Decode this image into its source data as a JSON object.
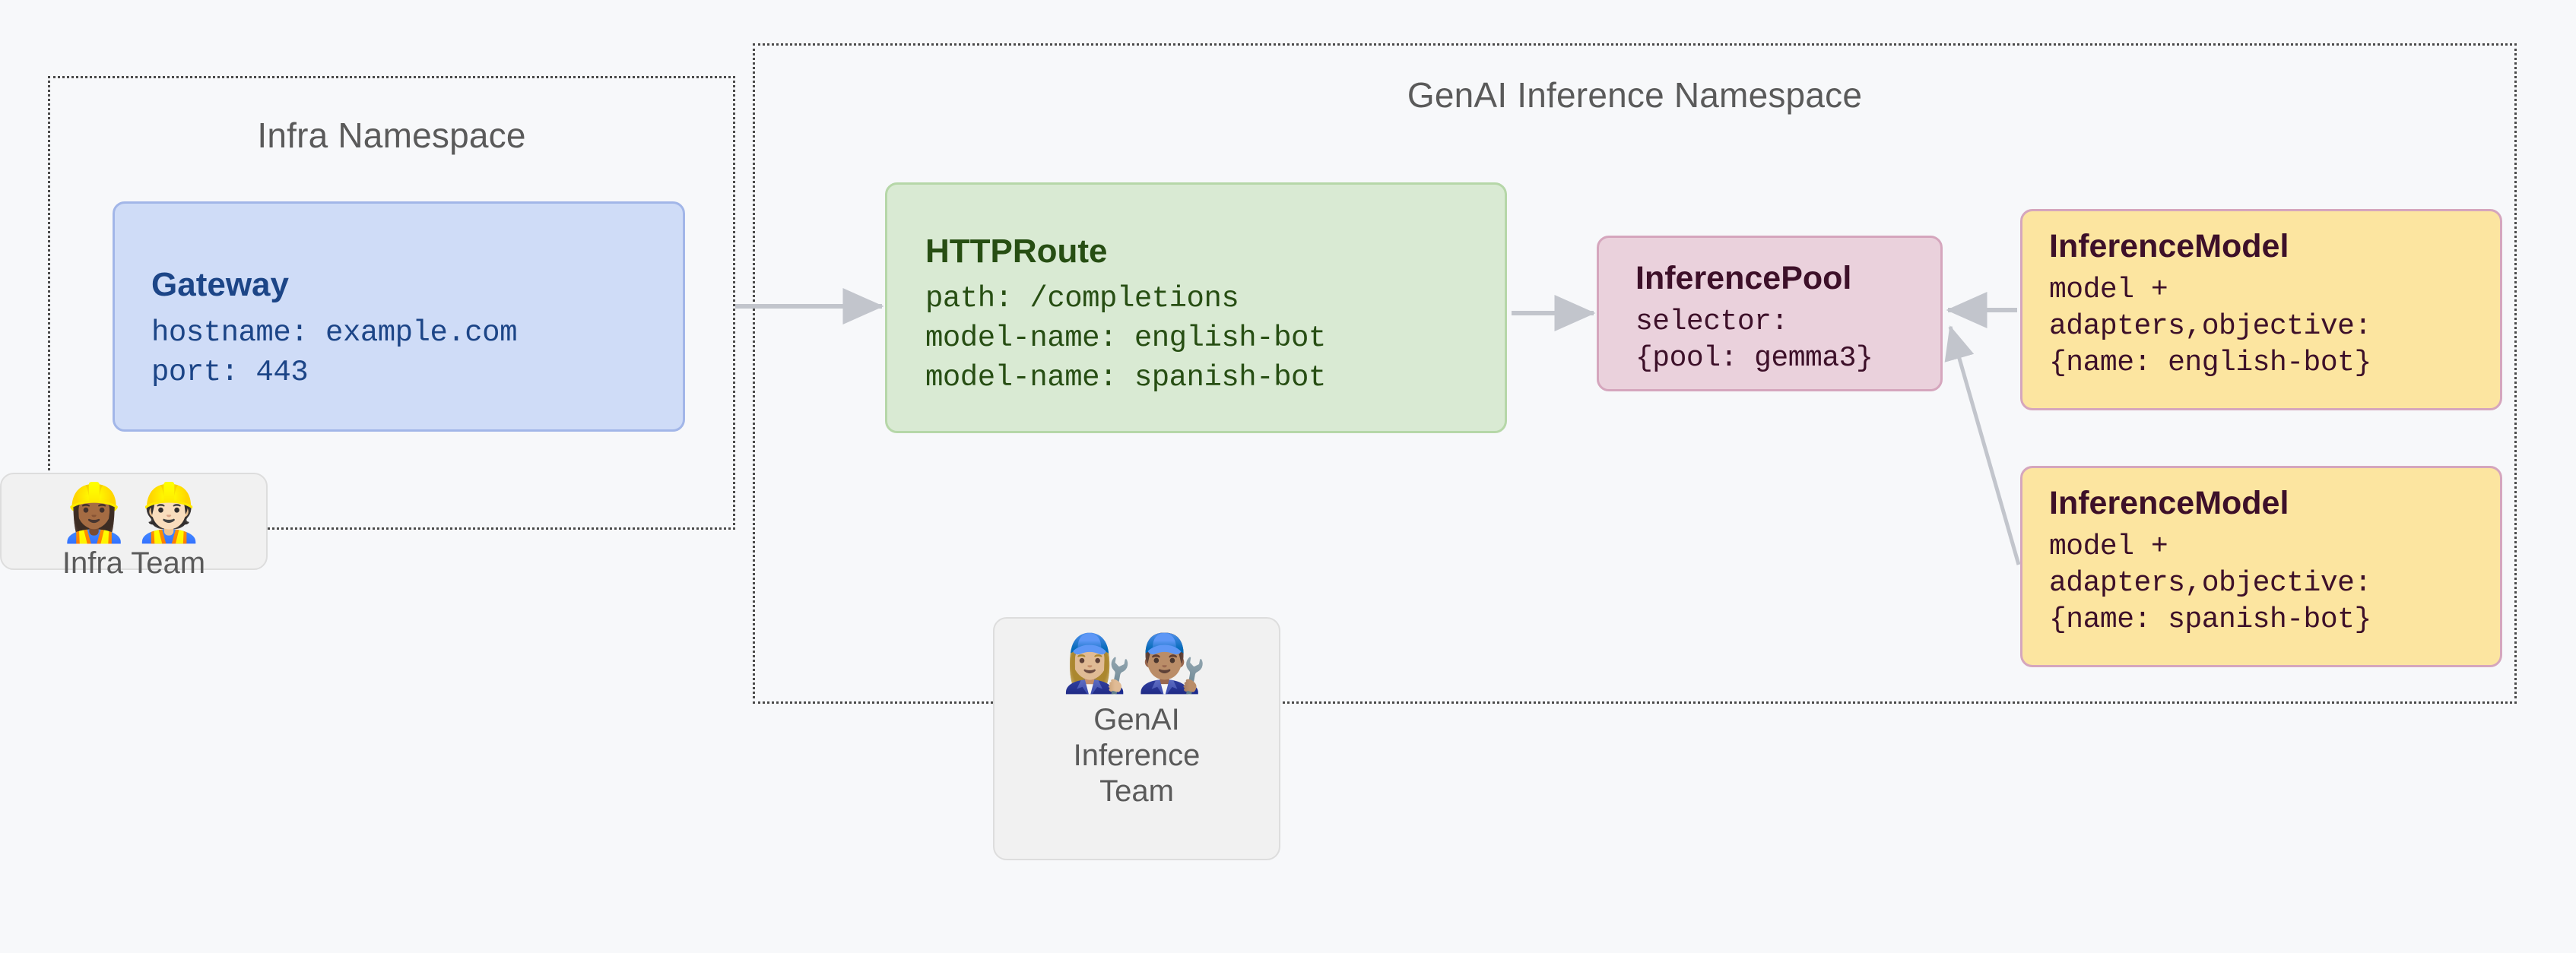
{
  "diagram": {
    "background_color": "#f7f8fa",
    "namespaces": [
      {
        "id": "infra",
        "title": "Infra Namespace",
        "border_color": "#4a4a4a"
      },
      {
        "id": "genai",
        "title": "GenAI Inference Namespace",
        "border_color": "#4a4a4a"
      }
    ],
    "nodes": {
      "gateway": {
        "title": "Gateway",
        "line1": "hostname: example.com",
        "line2": "port: 443",
        "fill": "#cfdcf7",
        "stroke": "#a2b6e8",
        "text_color": "#1c4587"
      },
      "httproute": {
        "title": "HTTPRoute",
        "line1": "path: /completions",
        "line2": "model-name: english-bot",
        "line3": "model-name: spanish-bot",
        "fill": "#d9ead3",
        "stroke": "#b6d7a8",
        "text_color": "#274e13"
      },
      "inferencepool": {
        "title": "InferencePool",
        "line1": "selector:",
        "line2": "{pool: gemma3}",
        "fill": "#ead1dc",
        "stroke": "#d5a6bd",
        "text_color": "#3d1029"
      },
      "inferencemodel_english": {
        "title": "InferenceModel",
        "line1": "model +",
        "line2": "adapters,objective:",
        "line3": "{name: english-bot}",
        "fill": "#fce5a0",
        "stroke": "#d5a6bd",
        "text_color": "#3d1029"
      },
      "inferencemodel_spanish": {
        "title": "InferenceModel",
        "line1": "model +",
        "line2": "adapters,objective:",
        "line3": "{name: spanish-bot}",
        "fill": "#fce5a0",
        "stroke": "#d5a6bd",
        "text_color": "#3d1029"
      }
    },
    "teams": [
      {
        "id": "infra-team",
        "emoji": "👷🏾‍♀️👷🏻",
        "emoji_name": "construction-workers-emoji",
        "label": "Infra Team"
      },
      {
        "id": "genai-inference-team",
        "emoji": "👩🏼‍🔧👨🏽‍🔧",
        "emoji_name": "mechanics-emoji",
        "label": "GenAI\nInference\nTeam"
      }
    ],
    "connectors": {
      "color": "#c2c5cc",
      "edges": [
        {
          "from": "gateway",
          "to": "httproute",
          "style": "solid-arrow"
        },
        {
          "from": "httproute",
          "to": "inferencepool",
          "style": "solid-arrow"
        },
        {
          "from": "inferencemodel_english",
          "to": "inferencepool",
          "style": "solid-arrow"
        },
        {
          "from": "inferencemodel_spanish",
          "to": "inferencepool",
          "style": "solid-arrow"
        }
      ]
    }
  }
}
